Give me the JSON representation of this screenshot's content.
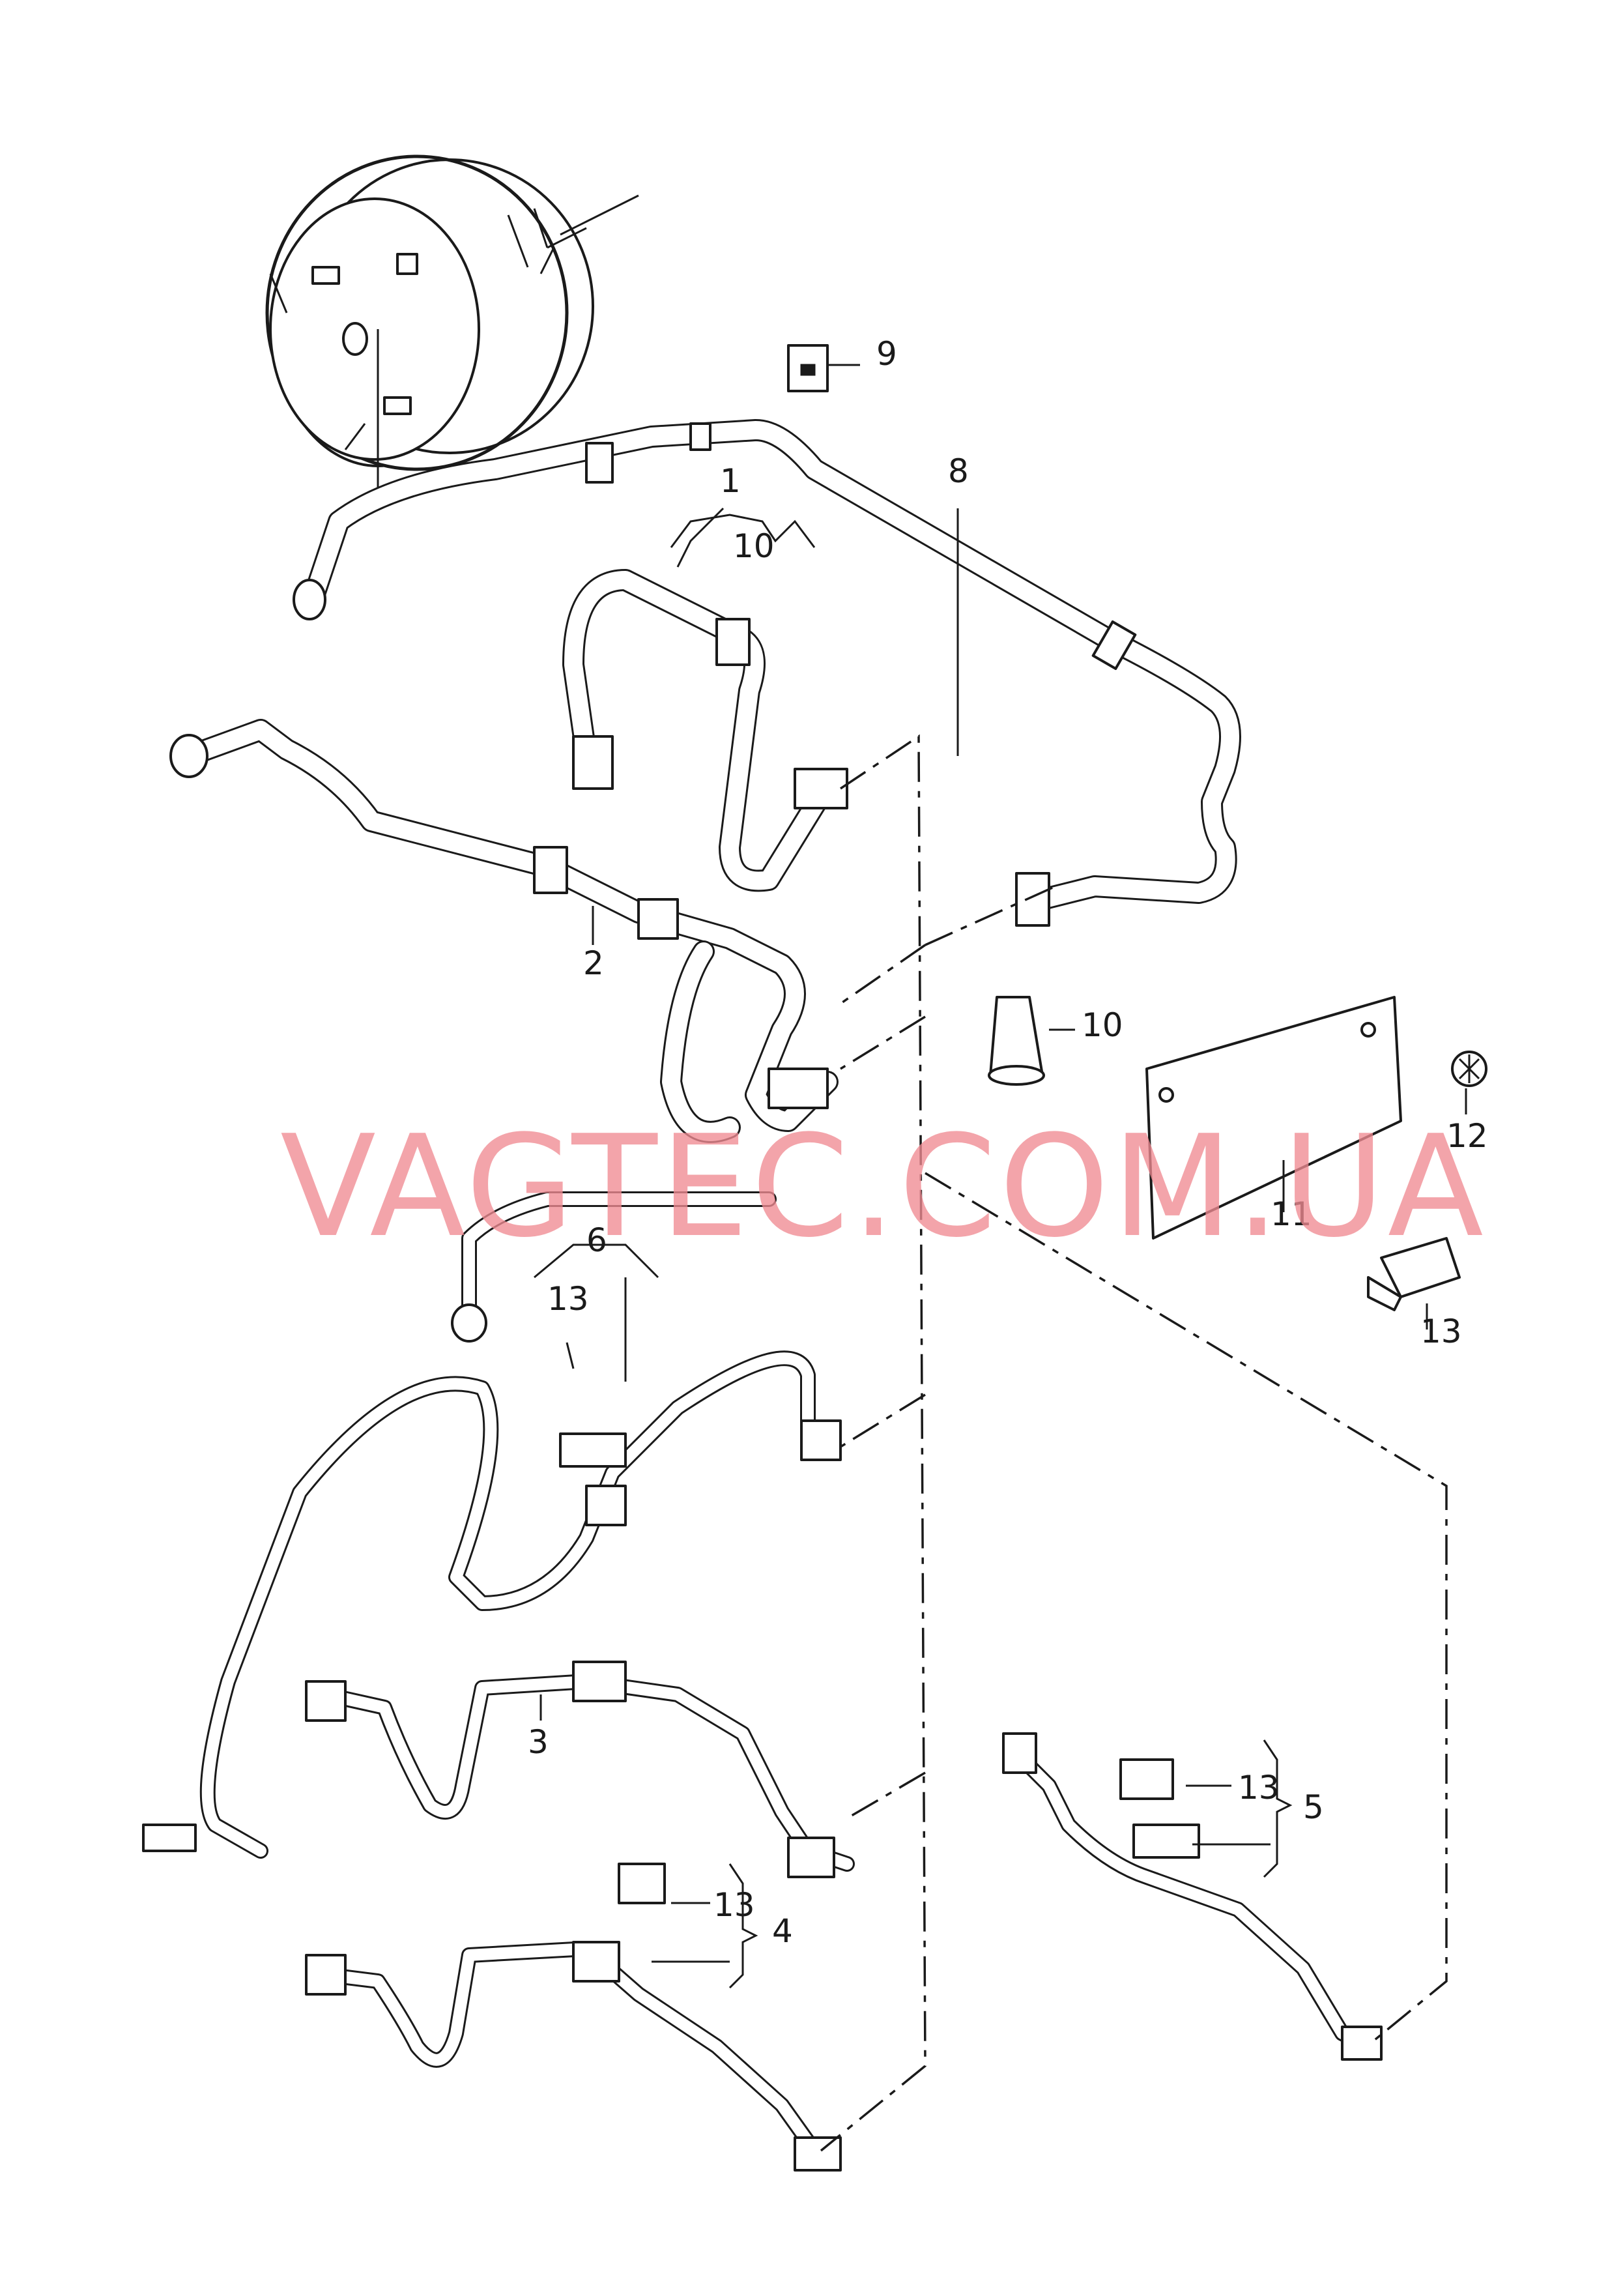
{
  "watermark": "VAGTEC.COM.UA",
  "callouts": [
    {
      "id": "c1",
      "text": "1"
    },
    {
      "id": "c10a",
      "text": "10"
    },
    {
      "id": "c9",
      "text": "9"
    },
    {
      "id": "c8",
      "text": "8"
    },
    {
      "id": "c2",
      "text": "2"
    },
    {
      "id": "c10b",
      "text": "10"
    },
    {
      "id": "c12",
      "text": "12"
    },
    {
      "id": "c11",
      "text": "11"
    },
    {
      "id": "c6",
      "text": "6"
    },
    {
      "id": "c13a",
      "text": "13"
    },
    {
      "id": "c13b",
      "text": "13"
    },
    {
      "id": "c3",
      "text": "3"
    },
    {
      "id": "c13c",
      "text": "13"
    },
    {
      "id": "c5",
      "text": "5"
    },
    {
      "id": "c13d",
      "text": "13"
    },
    {
      "id": "c4",
      "text": "4"
    }
  ]
}
